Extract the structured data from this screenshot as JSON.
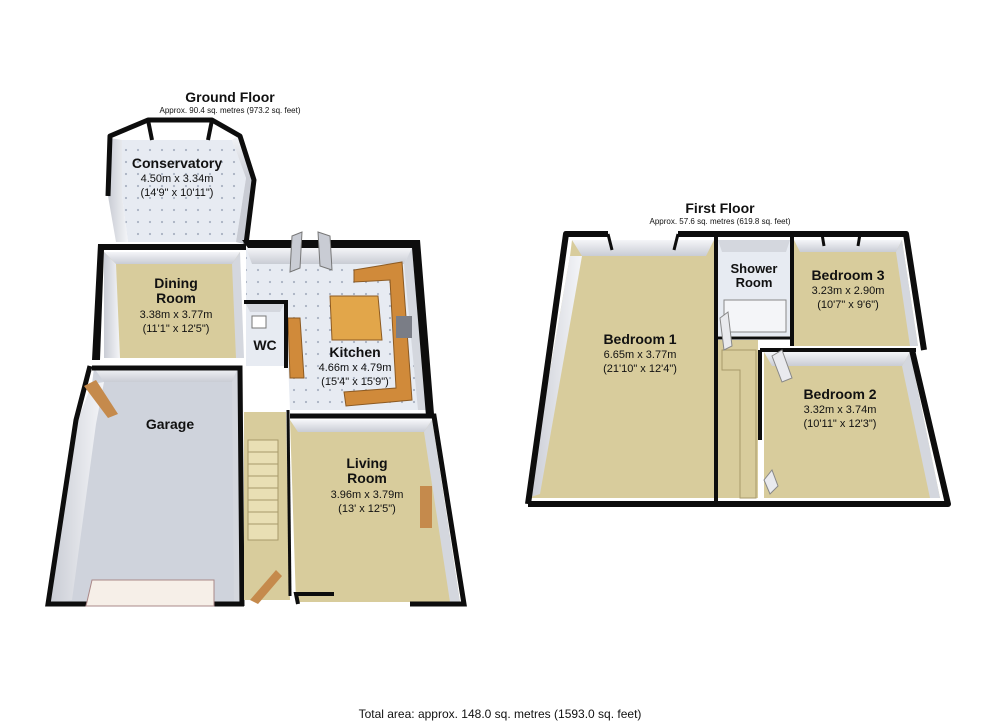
{
  "ground_floor": {
    "title": "Ground Floor",
    "area": "Approx. 90.4 sq. metres (973.2 sq. feet)",
    "rooms": {
      "conservatory": {
        "name": "Conservatory",
        "metric": "4.50m x 3.34m",
        "imperial": "(14'9\" x 10'11\")"
      },
      "dining_room": {
        "name_line1": "Dining",
        "name_line2": "Room",
        "metric": "3.38m x 3.77m",
        "imperial": "(11'1\" x 12'5\")"
      },
      "wc": {
        "name": "WC"
      },
      "kitchen": {
        "name": "Kitchen",
        "metric": "4.66m x 4.79m",
        "imperial": "(15'4\" x 15'9\")"
      },
      "garage": {
        "name": "Garage"
      },
      "living_room": {
        "name_line1": "Living",
        "name_line2": "Room",
        "metric": "3.96m x 3.79m",
        "imperial": "(13' x 12'5\")"
      }
    }
  },
  "first_floor": {
    "title": "First Floor",
    "area": "Approx. 57.6 sq. metres (619.8 sq. feet)",
    "rooms": {
      "bedroom1": {
        "name": "Bedroom 1",
        "metric": "6.65m x 3.77m",
        "imperial": "(21'10\" x 12'4\")"
      },
      "shower_room": {
        "name_line1": "Shower",
        "name_line2": "Room"
      },
      "bedroom3": {
        "name": "Bedroom 3",
        "metric": "3.23m x 2.90m",
        "imperial": "(10'7\" x 9'6\")"
      },
      "bedroom2": {
        "name": "Bedroom 2",
        "metric": "3.32m x 3.74m",
        "imperial": "(10'11\" x 12'3\")"
      }
    }
  },
  "total_area": "Total area: approx. 148.0 sq. metres (1593.0 sq. feet)",
  "colors": {
    "carpet": "#d8cc9c",
    "garage_floor": "#cfd3dc",
    "tile": "#e7ebf2",
    "worktop": "#d08a3a",
    "door": "#c58a4c",
    "wall": "#0d0d0d",
    "wall_face": "#e9eaee"
  }
}
